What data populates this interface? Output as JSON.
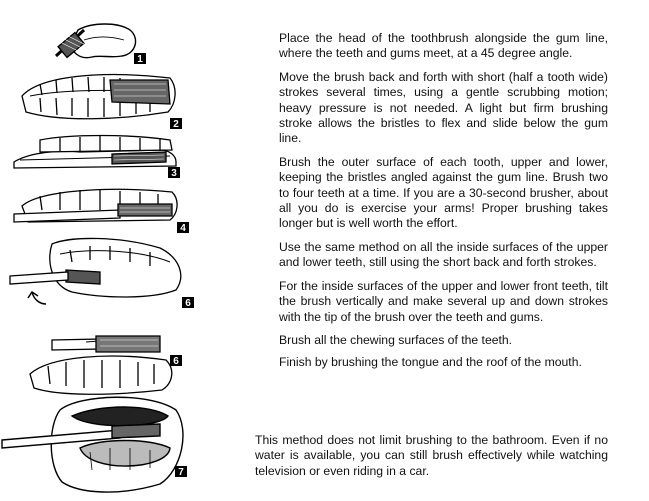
{
  "instructions": {
    "steps": [
      "Place the head of the toothbrush alongside the gum line, where the teeth and gums meet, at a 45 degree angle.",
      "Move the brush back and forth with short (half a tooth wide) strokes several times, using a gentle scrubbing motion; heavy pressure is not needed.  A light but firm brushing stroke allows the bristles to flex and slide below the gum line.",
      "Brush the outer surface of each tooth, upper and lower, keeping the bristles angled against the gum line.  Brush two to four teeth at a time. If you are a 30-second brusher, about all you do is exercise your arms! Proper brushing takes longer but is well worth the effort.",
      "Use the same method on all the inside surfaces of the upper and lower teeth, still using the short back and forth strokes.",
      "For the inside surfaces of the upper and lower front teeth, tilt the brush vertically and make several up and down strokes with the tip of the brush over the teeth and gums.",
      "Brush all the chewing surfaces of the teeth.",
      "Finish by brushing the tongue and the roof of the mouth."
    ],
    "footer": "This method does not limit brushing to the bathroom.  Even if no water is available, you can still brush effectively while watching television or even riding in a car."
  },
  "figures": {
    "labels": [
      "1",
      "2",
      "3",
      "4",
      "6",
      "6",
      "7"
    ]
  }
}
